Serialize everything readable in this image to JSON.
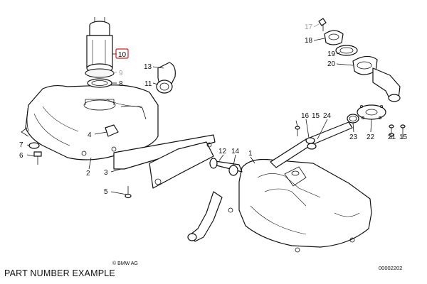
{
  "caption": "PART NUMBER EXAMPLE",
  "copyright": "© BMW AG",
  "drawing_number": "00002202",
  "highlight_color": "#d42020",
  "part_labels": {
    "p1": "1",
    "p2": "2",
    "p3": "3",
    "p4": "4",
    "p5": "5",
    "p6": "6",
    "p7": "7",
    "p8": "8",
    "p9": "9",
    "p10": "10",
    "p11": "11",
    "p12": "12",
    "p13": "13",
    "p14": "14",
    "p15a": "15",
    "p15b": "15",
    "p16": "16",
    "p17": "17",
    "p18": "18",
    "p19": "19",
    "p20": "20",
    "p21": "21",
    "p22": "22",
    "p23": "23",
    "p24": "24"
  }
}
